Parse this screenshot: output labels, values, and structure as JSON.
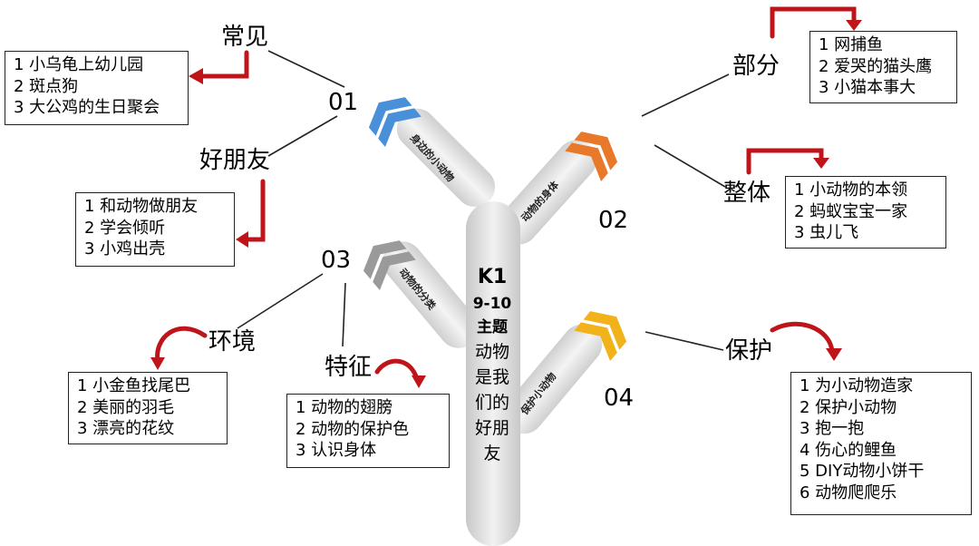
{
  "center": {
    "code": "K1",
    "age": "9-10",
    "subtitle": "主题",
    "theme_lines": [
      "动物",
      "是我",
      "们的",
      "好朋",
      "友"
    ]
  },
  "branches": [
    {
      "number": "01",
      "color": "#4a90d9",
      "arm_text": "身边的小动物"
    },
    {
      "number": "02",
      "color": "#e8782a",
      "arm_text": "动物的身体"
    },
    {
      "number": "03",
      "color": "#9a9a9a",
      "arm_text": "动物的分类"
    },
    {
      "number": "04",
      "color": "#f2b21a",
      "arm_text": "保护小动物"
    }
  ],
  "topics": {
    "changjian": {
      "label": "常见",
      "items": [
        "1 小乌龟上幼儿园",
        "2 斑点狗",
        "3 大公鸡的生日聚会"
      ]
    },
    "haopengyou": {
      "label": "好朋友",
      "items": [
        "1 和动物做朋友",
        "2 学会倾听",
        "3 小鸡出壳"
      ]
    },
    "bufen": {
      "label": "部分",
      "items": [
        "1 网捕鱼",
        "2 爱哭的猫头鹰",
        "3 小猫本事大"
      ]
    },
    "zhengti": {
      "label": "整体",
      "items": [
        "1 小动物的本领",
        "2 蚂蚁宝宝一家",
        "3 虫儿飞"
      ]
    },
    "huanjing": {
      "label": "环境",
      "items": [
        "1 小金鱼找尾巴",
        "2 美丽的羽毛",
        "3 漂亮的花纹"
      ]
    },
    "tezheng": {
      "label": "特征",
      "items": [
        "1 动物的翅膀",
        "2 动物的保护色",
        "3 认识身体"
      ]
    },
    "baohu": {
      "label": "保护",
      "items": [
        "1 为小动物造家",
        "2 保护小动物",
        "3 抱一抱",
        "4 伤心的鲤鱼",
        "5 DIY动物小饼干",
        "6 动物爬爬乐"
      ]
    }
  },
  "colors": {
    "arrow": "#c0141b",
    "trunk": "#dcdcdc",
    "line": "#222222"
  }
}
